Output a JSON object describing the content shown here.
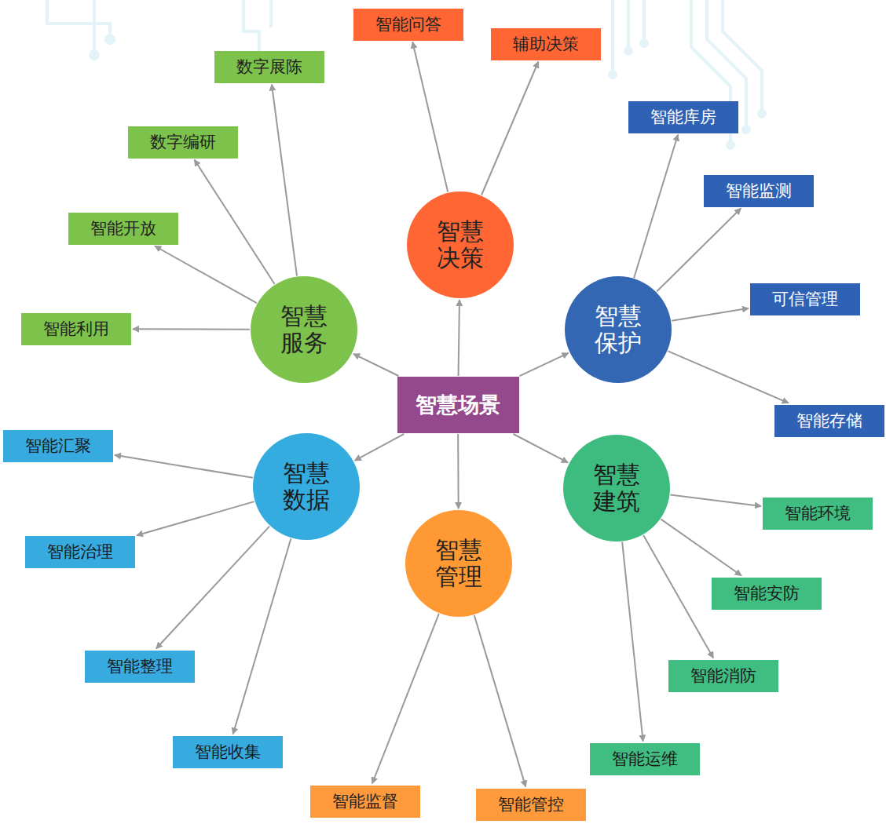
{
  "diagram": {
    "nodes": [
      {
        "text": [
          "智慧场景"
        ]
      },
      {
        "text": [
          "智慧 决策"
        ]
      },
      {
        "text": [
          "智能问答"
        ]
      },
      {
        "text": [
          "辅助决策"
        ]
      },
      {
        "text": [
          "智慧 服务"
        ]
      },
      {
        "text": [
          "数字展陈"
        ]
      },
      {
        "text": [
          "数字编研"
        ]
      },
      {
        "text": [
          "智能开放"
        ]
      },
      {
        "text": [
          "智能利用"
        ]
      },
      {
        "text": [
          "智慧 保护"
        ]
      },
      {
        "text": [
          "智能库房"
        ]
      },
      {
        "text": [
          "智能监测"
        ]
      },
      {
        "text": [
          "可信管理"
        ]
      },
      {
        "text": [
          "智能存储"
        ]
      },
      {
        "text": [
          "智慧 数据"
        ]
      },
      {
        "text": [
          "智能汇聚"
        ]
      },
      {
        "text": [
          "智能治理"
        ]
      },
      {
        "text": [
          "智能整理"
        ]
      },
      {
        "text": [
          "智能收集"
        ]
      },
      {
        "text": [
          "智慧 管理"
        ]
      },
      {
        "text": [
          "智能监督"
        ]
      },
      {
        "text": [
          "智能管控"
        ]
      },
      {
        "text": [
          "智慧 建筑"
        ]
      },
      {
        "text": [
          "智能环境"
        ]
      },
      {
        "text": [
          "智能安防"
        ]
      },
      {
        "text": [
          "智能消防"
        ]
      },
      {
        "text": [
          "智能运维"
        ]
      }
    ],
    "edges": [
      {
        "from": 0,
        "to": 1,
        "arrow": "to"
      },
      {
        "from": 0,
        "to": 4,
        "arrow": "to"
      },
      {
        "from": 0,
        "to": 9,
        "arrow": "to"
      },
      {
        "from": 0,
        "to": 14,
        "arrow": "to"
      },
      {
        "from": 0,
        "to": 19,
        "arrow": "to"
      },
      {
        "from": 0,
        "to": 22,
        "arrow": "to"
      },
      {
        "from": 1,
        "to": 2,
        "arrow": "to"
      },
      {
        "from": 1,
        "to": 3,
        "arrow": "to"
      },
      {
        "from": 4,
        "to": 5,
        "arrow": "to"
      },
      {
        "from": 4,
        "to": 6,
        "arrow": "to"
      },
      {
        "from": 4,
        "to": 7,
        "arrow": "to"
      },
      {
        "from": 4,
        "to": 8,
        "arrow": "to"
      },
      {
        "from": 9,
        "to": 10,
        "arrow": "to"
      },
      {
        "from": 9,
        "to": 11,
        "arrow": "to"
      },
      {
        "from": 9,
        "to": 12,
        "arrow": "to"
      },
      {
        "from": 9,
        "to": 13,
        "arrow": "to"
      },
      {
        "from": 14,
        "to": 15,
        "arrow": "to"
      },
      {
        "from": 14,
        "to": 16,
        "arrow": "to"
      },
      {
        "from": 14,
        "to": 17,
        "arrow": "to"
      },
      {
        "from": 14,
        "to": 18,
        "arrow": "to"
      },
      {
        "from": 19,
        "to": 20,
        "arrow": "to"
      },
      {
        "from": 19,
        "to": 21,
        "arrow": "to"
      },
      {
        "from": 22,
        "to": 23,
        "arrow": "to"
      },
      {
        "from": 22,
        "to": 24,
        "arrow": "to"
      },
      {
        "from": 22,
        "to": 25,
        "arrow": "to"
      },
      {
        "from": 22,
        "to": 26,
        "arrow": "to"
      }
    ]
  }
}
